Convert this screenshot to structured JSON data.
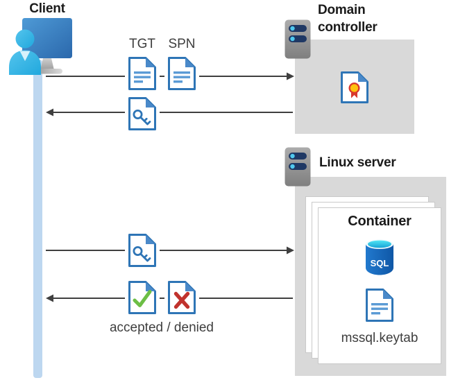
{
  "client": {
    "label": "Client"
  },
  "domain_controller": {
    "label": "Domain controller"
  },
  "linux_server": {
    "label": "Linux server"
  },
  "container": {
    "label": "Container",
    "sql_label": "SQL",
    "keytab_label": "mssql.keytab"
  },
  "messages": {
    "tgt_label": "TGT",
    "spn_label": "SPN",
    "result_label": "accepted / denied"
  },
  "icons": {
    "client": "user-at-computer-icon",
    "domain_controller": "server-icon",
    "linux_server": "server-icon",
    "certificate": "certificate-document-icon",
    "tgt": "text-document-icon",
    "spn": "text-document-icon",
    "service_ticket": "key-document-icon",
    "accepted": "check-document-icon",
    "denied": "cross-document-icon",
    "sql": "sql-database-icon",
    "keytab": "text-document-icon"
  },
  "colors": {
    "doc_border": "#2E75B6",
    "doc_fold": "#4A89C9",
    "doc_lines": "#5B9BD5",
    "check_green": "#6CBE45",
    "cross_red": "#C0322D",
    "rosette_yellow": "#FFC20E",
    "rosette_red": "#D8392E",
    "pill_navy": "#1F3864",
    "dot_cyan": "#4FC8EE",
    "box_gray": "#D9D9D9",
    "card_border": "#C9C9C9",
    "arrow_gray": "#3F3F3F",
    "lifeline_blue": "#BDD7F0",
    "heading_text": "#1A1A1A",
    "label_text": "#3E3E3E"
  }
}
